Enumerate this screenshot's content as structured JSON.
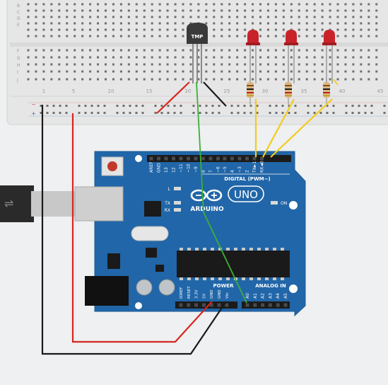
{
  "breadboard": {
    "row_letters_top": [
      "B",
      "C",
      "D",
      "E"
    ],
    "row_letters_bottom": [
      "F",
      "G",
      "H",
      "I",
      "J"
    ],
    "column_numbers": [
      "1",
      "5",
      "10",
      "15",
      "20",
      "25",
      "30",
      "35",
      "40",
      "45"
    ],
    "rail_minus": "−",
    "rail_plus": "+"
  },
  "sensor": {
    "label": "TMP"
  },
  "arduino": {
    "brand": "ARDUINO",
    "model": "UNO",
    "digital_header": "DIGITAL (PWM~)",
    "power_header": "POWER",
    "analog_header": "ANALOG IN",
    "led_l": "L",
    "led_tx": "TX",
    "led_rx": "RX",
    "led_on": "ON",
    "digital_pins": [
      "AREF",
      "GND",
      "13",
      "12",
      "~11",
      "~10",
      "~9",
      "8",
      "7",
      "~6",
      "~5",
      "4",
      "~3",
      "2",
      "TX►1",
      "RX◄0"
    ],
    "power_pins": [
      "IOREF",
      "RESET",
      "3.3V",
      "5V",
      "GND",
      "GND",
      "Vin"
    ],
    "analog_pins": [
      "A0",
      "A1",
      "A2",
      "A3",
      "A4",
      "A5"
    ]
  },
  "colors": {
    "board_blue": "#2166a8",
    "breadboard": "#e6e6e6",
    "wire_red": "#d7261e",
    "wire_black": "#1a1a1a",
    "wire_green": "#3cb035",
    "wire_yellow": "#f2cc1a",
    "led_red": "#c9232a"
  }
}
